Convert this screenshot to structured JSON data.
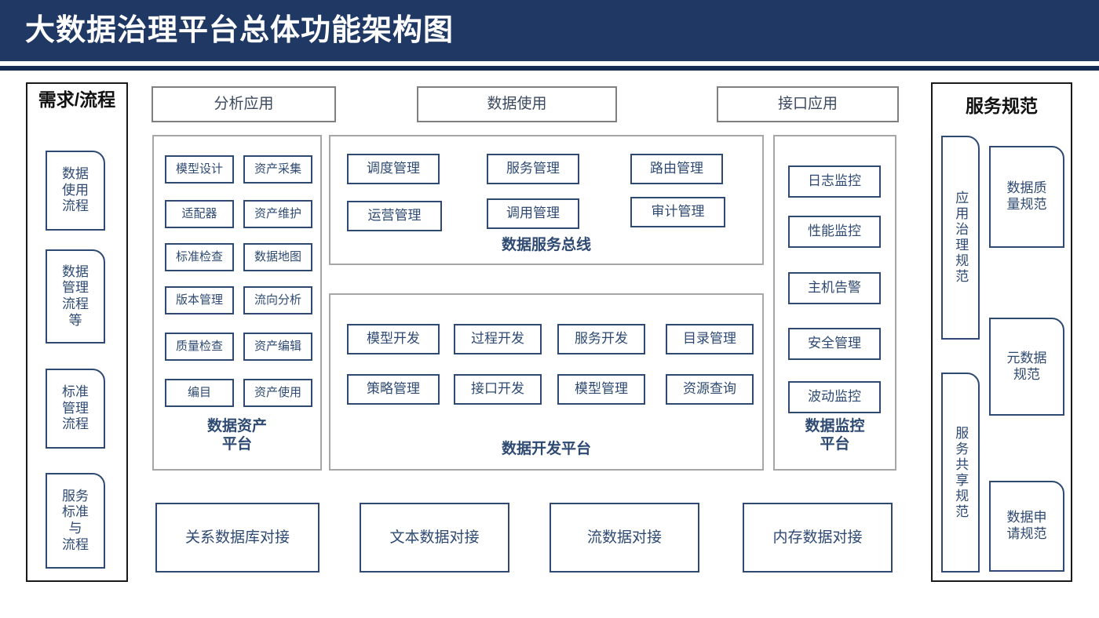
{
  "header": {
    "title": "大数据治理平台总体功能架构图",
    "band_color": "#1F3864",
    "rule_color": "#152C53"
  },
  "theme": {
    "node_border": "#2E4A72",
    "node_text": "#2E4A72",
    "panel_border": "#A6A6A6",
    "gray_border": "#7F7F7F",
    "background": "#FFFFFF"
  },
  "left_column": {
    "title": "需求/流程",
    "items": [
      {
        "label": "数据\n使用\n流程"
      },
      {
        "label": "数据\n管理\n流程\n等"
      },
      {
        "label": "标准\n管理\n流程"
      },
      {
        "label": "服务\n标准\n与\n流程"
      }
    ]
  },
  "top_apps": [
    {
      "label": "分析应用"
    },
    {
      "label": "数据使用"
    },
    {
      "label": "接口应用"
    }
  ],
  "asset_platform": {
    "caption": "数据资产\n平台",
    "items": [
      "模型设计",
      "资产采集",
      "适配器",
      "资产维护",
      "标准检查",
      "数据地图",
      "版本管理",
      "流向分析",
      "质量检查",
      "资产编辑",
      "编目",
      "资产使用"
    ]
  },
  "service_bus": {
    "caption": "数据服务总线",
    "items": [
      "调度管理",
      "服务管理",
      "路由管理",
      "运营管理",
      "调用管理",
      "审计管理"
    ]
  },
  "dev_platform": {
    "caption": "数据开发平台",
    "items": [
      "模型开发",
      "过程开发",
      "服务开发",
      "目录管理",
      "策略管理",
      "接口开发",
      "模型管理",
      "资源查询"
    ]
  },
  "monitor_platform": {
    "caption": "数据监控\n平台",
    "items": [
      "日志监控",
      "性能监控",
      "主机告警",
      "安全管理",
      "波动监控"
    ]
  },
  "right_column": {
    "title": "服务规范",
    "narrow_items": [
      {
        "label": "应用治理规范"
      },
      {
        "label": "服务共享规范"
      }
    ],
    "wide_items": [
      {
        "label": "数据质\n量规范"
      },
      {
        "label": "元数据\n规范"
      },
      {
        "label": "数据申\n请规范"
      }
    ]
  },
  "bottom_row": [
    {
      "label": "关系数据库对接"
    },
    {
      "label": "文本数据对接"
    },
    {
      "label": "流数据对接"
    },
    {
      "label": "内存数据对接"
    }
  ]
}
